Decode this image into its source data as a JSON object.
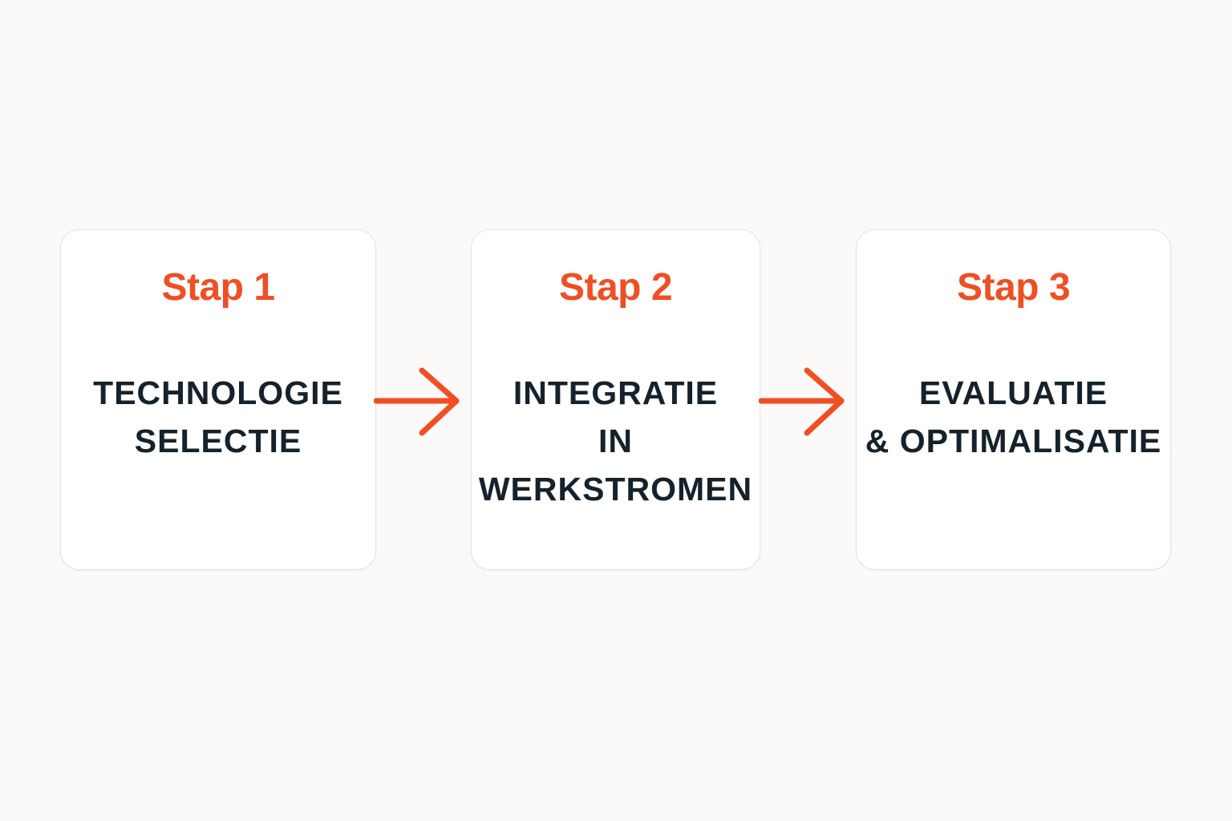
{
  "colors": {
    "accent": "#f04e23",
    "text": "#15222b",
    "background": "#fbfaf8",
    "card": "#ffffff"
  },
  "steps": [
    {
      "label": "Stap 1",
      "lines": [
        "TECHNOLOGIE",
        "SELECTIE"
      ]
    },
    {
      "label": "Stap 2",
      "lines": [
        "INTEGRATIE",
        "IN",
        "WERKSTROMEN"
      ]
    },
    {
      "label": "Stap 3",
      "lines": [
        "EVALUATIE",
        "& OPTIMALISATIE"
      ]
    }
  ],
  "connectors": [
    {
      "icon": "arrow-right-icon"
    },
    {
      "icon": "arrow-right-icon"
    }
  ]
}
